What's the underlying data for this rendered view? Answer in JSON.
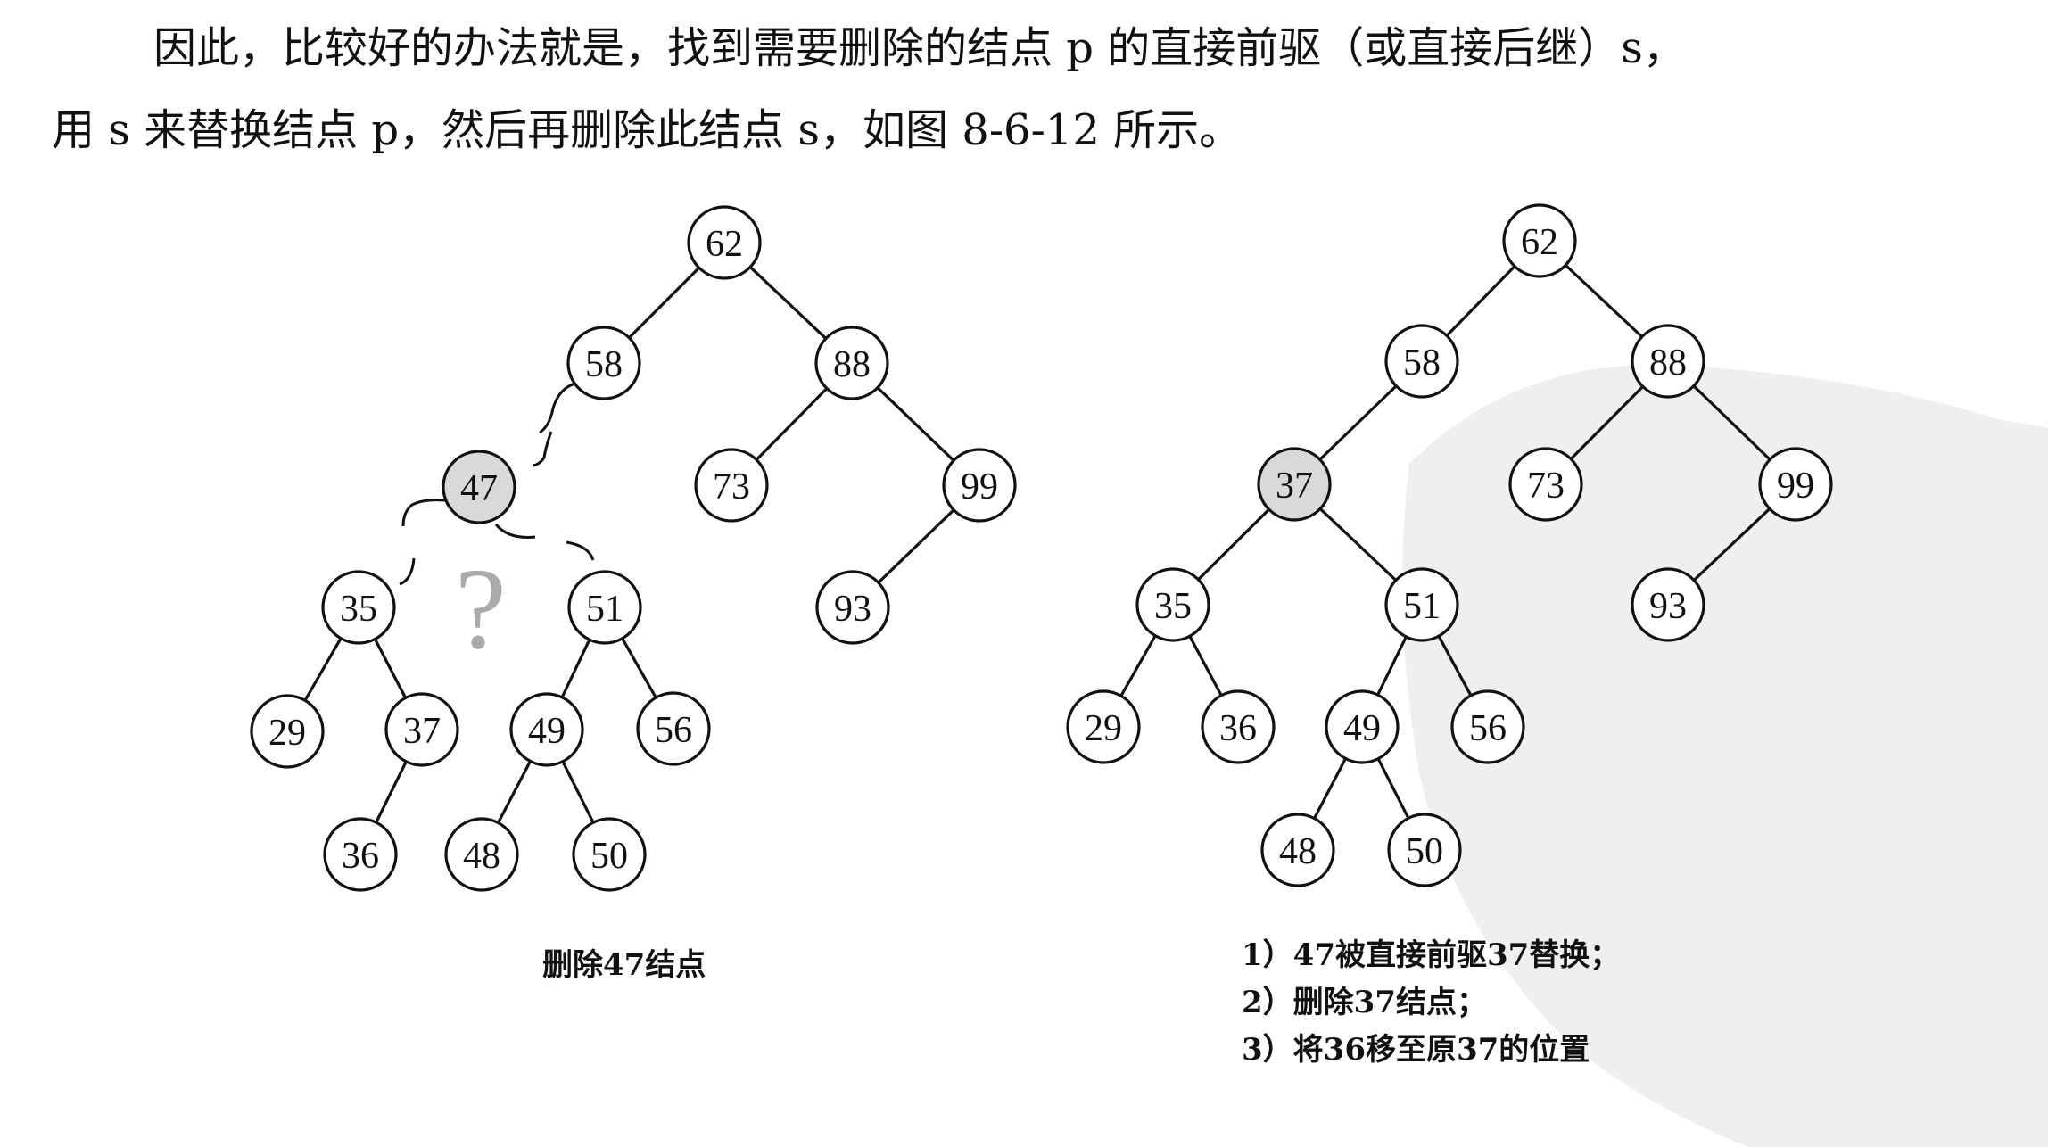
{
  "paragraph": {
    "line1": "因此，比较好的办法就是，找到需要删除的结点 p 的直接前驱（或直接后继）s，",
    "line2": "用 s 来替换结点 p，然后再删除此结点 s，如图 8-6-12 所示。"
  },
  "left_tree": {
    "nodes": [
      {
        "id": "L62",
        "label": "62",
        "highlight": false
      },
      {
        "id": "L58",
        "label": "58",
        "highlight": false
      },
      {
        "id": "L88",
        "label": "88",
        "highlight": false
      },
      {
        "id": "L47",
        "label": "47",
        "highlight": true
      },
      {
        "id": "L73",
        "label": "73",
        "highlight": false
      },
      {
        "id": "L99",
        "label": "99",
        "highlight": false
      },
      {
        "id": "L35",
        "label": "35",
        "highlight": false
      },
      {
        "id": "L51",
        "label": "51",
        "highlight": false
      },
      {
        "id": "L93",
        "label": "93",
        "highlight": false
      },
      {
        "id": "L29",
        "label": "29",
        "highlight": false
      },
      {
        "id": "L37",
        "label": "37",
        "highlight": false
      },
      {
        "id": "L49",
        "label": "49",
        "highlight": false
      },
      {
        "id": "L56",
        "label": "56",
        "highlight": false
      },
      {
        "id": "L36",
        "label": "36",
        "highlight": false
      },
      {
        "id": "L48",
        "label": "48",
        "highlight": false
      },
      {
        "id": "L50",
        "label": "50",
        "highlight": false
      }
    ],
    "edges": [
      [
        "L62",
        "L58"
      ],
      [
        "L62",
        "L88"
      ],
      [
        "L88",
        "L73"
      ],
      [
        "L88",
        "L99"
      ],
      [
        "L99",
        "L93"
      ],
      [
        "L35",
        "L29"
      ],
      [
        "L35",
        "L37"
      ],
      [
        "L37",
        "L36"
      ],
      [
        "L51",
        "L49"
      ],
      [
        "L51",
        "L56"
      ],
      [
        "L49",
        "L48"
      ],
      [
        "L49",
        "L50"
      ]
    ],
    "question_mark": "?",
    "caption": "删除47结点"
  },
  "right_tree": {
    "nodes": [
      {
        "id": "R62",
        "label": "62",
        "highlight": false
      },
      {
        "id": "R58",
        "label": "58",
        "highlight": false
      },
      {
        "id": "R88",
        "label": "88",
        "highlight": false
      },
      {
        "id": "R37",
        "label": "37",
        "highlight": true
      },
      {
        "id": "R73",
        "label": "73",
        "highlight": false
      },
      {
        "id": "R99",
        "label": "99",
        "highlight": false
      },
      {
        "id": "R35",
        "label": "35",
        "highlight": false
      },
      {
        "id": "R51",
        "label": "51",
        "highlight": false
      },
      {
        "id": "R93",
        "label": "93",
        "highlight": false
      },
      {
        "id": "R29",
        "label": "29",
        "highlight": false
      },
      {
        "id": "R36",
        "label": "36",
        "highlight": false
      },
      {
        "id": "R49",
        "label": "49",
        "highlight": false
      },
      {
        "id": "R56",
        "label": "56",
        "highlight": false
      },
      {
        "id": "R48",
        "label": "48",
        "highlight": false
      },
      {
        "id": "R50",
        "label": "50",
        "highlight": false
      }
    ],
    "edges": [
      [
        "R62",
        "R58"
      ],
      [
        "R62",
        "R88"
      ],
      [
        "R58",
        "R37"
      ],
      [
        "R88",
        "R73"
      ],
      [
        "R88",
        "R99"
      ],
      [
        "R37",
        "R35"
      ],
      [
        "R37",
        "R51"
      ],
      [
        "R99",
        "R93"
      ],
      [
        "R35",
        "R29"
      ],
      [
        "R35",
        "R36"
      ],
      [
        "R51",
        "R49"
      ],
      [
        "R51",
        "R56"
      ],
      [
        "R49",
        "R48"
      ],
      [
        "R49",
        "R50"
      ]
    ],
    "caption_lines": [
      "1）47被直接前驱37替换；",
      "2）删除37结点；",
      "3）将36移至原37的位置"
    ]
  }
}
